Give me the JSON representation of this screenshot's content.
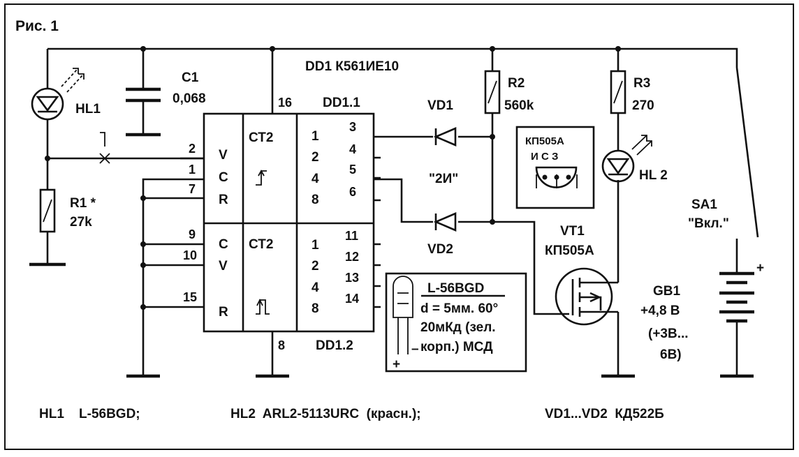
{
  "figure": {
    "title": "Рис. 1"
  },
  "chip": {
    "name": "DD1 К561ИЕ10",
    "half1": "DD1.1",
    "half2": "DD1.2",
    "counter_label": "СТ2",
    "pin_vdd": "16",
    "pin_gnd": "8",
    "upper_inputs": [
      {
        "pin": "2",
        "label": "V"
      },
      {
        "pin": "1",
        "label": "C"
      },
      {
        "pin": "7",
        "label": "R"
      }
    ],
    "lower_inputs": [
      {
        "pin": "9",
        "label": "C"
      },
      {
        "pin": "10",
        "label": "V"
      },
      {
        "pin": "15",
        "label": "R"
      }
    ],
    "weights": [
      "1",
      "2",
      "4",
      "8"
    ],
    "upper_outputs": [
      "3",
      "4",
      "5",
      "6"
    ],
    "lower_outputs": [
      "11",
      "12",
      "13",
      "14"
    ]
  },
  "components": {
    "c1": {
      "ref": "C1",
      "value": "0,068"
    },
    "hl1": {
      "ref": "HL1"
    },
    "r1": {
      "ref": "R1 *",
      "value": "27k"
    },
    "r2": {
      "ref": "R2",
      "value": "560k"
    },
    "r3": {
      "ref": "R3",
      "value": "270"
    },
    "vd1": {
      "ref": "VD1"
    },
    "vd2": {
      "ref": "VD2"
    },
    "gate": {
      "label": "\"2И\""
    },
    "hl2": {
      "ref": "HL 2"
    },
    "vt1": {
      "ref": "VT1",
      "type": "КП505А"
    },
    "sa1": {
      "ref": "SA1",
      "label": "\"Вкл.\""
    },
    "gb1": {
      "ref": "GB1",
      "voltage": "+4,8 В",
      "range_line1": "(+3В...",
      "range_line2": "6В)",
      "plus": "+"
    }
  },
  "pinout": {
    "title": "КП505А",
    "pins": "И С З"
  },
  "led_info": {
    "title": "L-56BGD",
    "line1": "d = 5мм. 60°",
    "line2": "20мКд (зел.",
    "line3": "корп.) МСД",
    "plus": "+",
    "minus": "–"
  },
  "legend": {
    "hl1": "HL1    L-56BGD;",
    "hl2": "HL2  ARL2-5113URC  (красн.);",
    "vd": "VD1...VD2  КД522Б"
  }
}
